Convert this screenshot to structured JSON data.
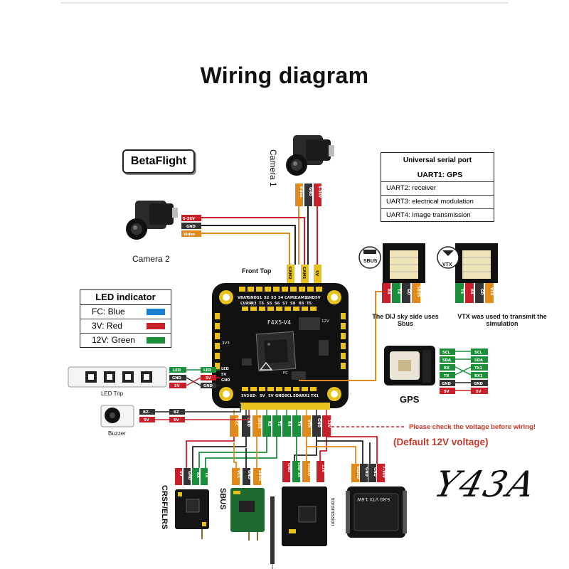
{
  "title": "Wiring diagram",
  "badge": "BetaFlight",
  "uart_table": {
    "header": "Universal serial port",
    "rows": [
      "UART1: GPS",
      "UART2: receiver",
      "UART3: electrical modulation",
      "UART4: Image transmission"
    ]
  },
  "led_indicator": {
    "title": "LED indicator",
    "rows": [
      {
        "label": "FC: Blue",
        "color": "#1a7fd0"
      },
      {
        "label": "3V: Red",
        "color": "#c8202a"
      },
      {
        "label": "12V: Green",
        "color": "#1b8f3a"
      }
    ]
  },
  "camera1": {
    "label": "Camera 1",
    "pins": [
      "Video",
      "GND",
      "5-36V"
    ]
  },
  "camera2": {
    "label": "Camera 2",
    "pins": [
      "5-36V",
      "GND",
      "Video"
    ]
  },
  "front_top": "Front Top",
  "board": {
    "model": "F4X5-V4",
    "top_headers": [
      "CAM2",
      "CAM1",
      "5V"
    ],
    "top_row1": [
      "VBAT",
      "GND",
      "S1",
      "S2",
      "S3",
      "S4",
      "CAM2",
      "CAM1",
      "GND",
      "5V"
    ],
    "top_row2": [
      "CURR",
      "R3",
      "T5",
      "S5",
      "S6",
      "S7",
      "S8",
      "R5",
      "T5"
    ],
    "bottom_row": [
      "3V3",
      "BZ-",
      "5V",
      "5V",
      "GND",
      "SCL",
      "SDA",
      "RX1",
      "TX1"
    ],
    "bottom_pads": [
      "VCC",
      "GND",
      "SBUS",
      "R2",
      "T2",
      "R4",
      "T4",
      "VTX",
      "GND",
      "12V"
    ],
    "left_pins": [
      "GND",
      "5V",
      "LED"
    ],
    "side_labels": [
      "12V",
      "FC",
      "3V3"
    ]
  },
  "sbus_module": {
    "name": "SBUS",
    "pins": [
      "R4",
      "T4",
      "GD",
      "SBUS"
    ],
    "caption": "The DIJ sky side uses Sbus"
  },
  "vtx_module": {
    "name": "VTX",
    "pins": [
      "T4",
      "R4",
      "GD",
      "VTX"
    ],
    "caption": "VTX was used to transmit the simulation"
  },
  "gps_module": {
    "name": "GPS",
    "module_pins": [
      "SCL",
      "SDA",
      "RX",
      "TX",
      "GND",
      "5V"
    ],
    "fc_pins": [
      "SCL",
      "SDA",
      "TX1",
      "RX1",
      "GND",
      "5V"
    ]
  },
  "led_strip": {
    "name": "LED Trip",
    "pins": [
      "LED",
      "GND",
      "5V"
    ],
    "fc_pins": [
      "LED",
      "5V",
      "GND"
    ]
  },
  "buzzer": {
    "name": "Buzzer",
    "pins": [
      "BZ-",
      "5V"
    ],
    "fc_pins": [
      "BZ",
      "5V"
    ]
  },
  "warning": "Please check the voltage before wiring!",
  "default_voltage": "(Default 12V voltage)",
  "bottom_modules": [
    {
      "name": "CRSF/ELRS",
      "pins": [
        "5V",
        "GND",
        "RX",
        "TX"
      ]
    },
    {
      "name": "SBUS",
      "pins": [
        "VCC",
        "GND",
        "SBUS"
      ]
    },
    {
      "name": "transmission",
      "pins": [
        "GND",
        "CRSF RX",
        "VIDEO",
        "12V"
      ]
    },
    {
      "name": "5.8G VTX 1.6W",
      "pins": [
        "VIDEO",
        "GND",
        "GND",
        "7-36V"
      ]
    }
  ],
  "watermark": "Y43A",
  "colors": {
    "board": "#111111",
    "pad": "#e8c21a",
    "wire_orange": "#e08a1c",
    "wire_red": "#c8202a",
    "wire_green": "#1b8f3a",
    "wire_black": "#222222"
  }
}
